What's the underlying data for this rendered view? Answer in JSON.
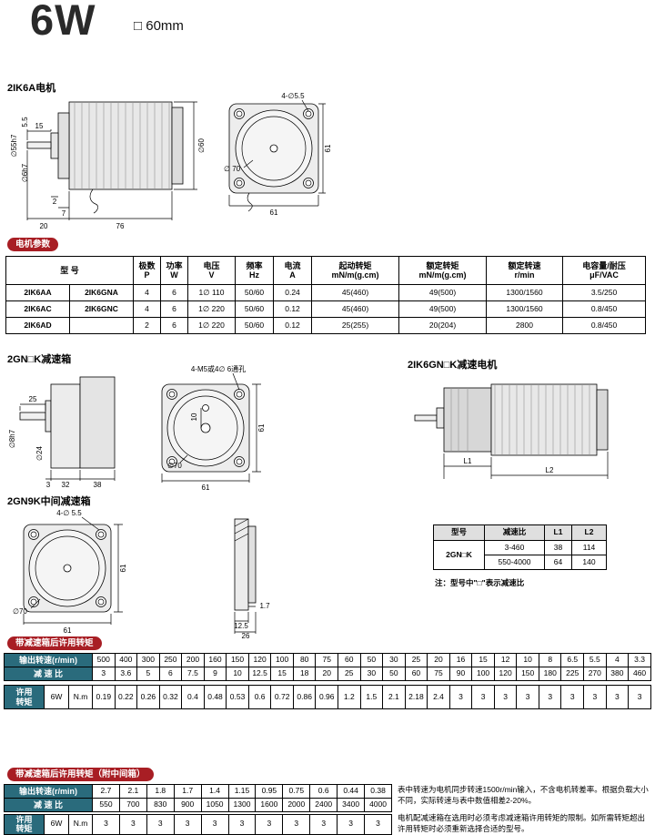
{
  "page": {
    "title": "6W",
    "frame_note": "□ 60mm"
  },
  "sections": {
    "motor": "2IK6A电机",
    "gearbox": "2GN□K减速箱",
    "gearmotor": "2IK6GN□K减速电机",
    "midbox": "2GN9K中间减速箱"
  },
  "pills": {
    "params": "电机参数",
    "torque": "带减速箱后许用转矩",
    "torque_mid": "带减速箱后许用转矩（附中间箱）"
  },
  "motor_table": {
    "headers": [
      "型  号",
      "极数\nP",
      "功率\nW",
      "电压\nV",
      "频率\nHz",
      "电流\nA",
      "起动转矩\nmN/m(g.cm)",
      "额定转矩\nmN/m(g.cm)",
      "额定转速\nr/min",
      "电容量/耐压\nμF/VAC"
    ],
    "rows": [
      [
        "2IK6AA",
        "2IK6GNA",
        "4",
        "6",
        "1∅ 110",
        "50/60",
        "0.24",
        "45(460)",
        "49(500)",
        "1300/1560",
        "3.5/250"
      ],
      [
        "2IK6AC",
        "2IK6GNC",
        "4",
        "6",
        "1∅ 220",
        "50/60",
        "0.12",
        "45(460)",
        "49(500)",
        "1300/1560",
        "0.8/450"
      ],
      [
        "2IK6AD",
        "",
        "2",
        "6",
        "1∅ 220",
        "50/60",
        "0.12",
        "25(255)",
        "20(204)",
        "2800",
        "0.8/450"
      ]
    ]
  },
  "ratio_table": {
    "headers": [
      "型号",
      "减速比",
      "L1",
      "L2"
    ],
    "model": "2GN□K",
    "rows": [
      [
        "3-460",
        "38",
        "114"
      ],
      [
        "550-4000",
        "64",
        "140"
      ]
    ],
    "note": "注：型号中\"□\"表示减速比"
  },
  "torque_labels": {
    "speed": "输出转速(r/min)",
    "ratio": "减 速 比",
    "torque": "许用\n转矩",
    "model": "6W",
    "unit": "N.m"
  },
  "torque_table": {
    "speed": [
      "500",
      "400",
      "300",
      "250",
      "200",
      "160",
      "150",
      "120",
      "100",
      "80",
      "75",
      "60",
      "50",
      "30",
      "25",
      "20",
      "16",
      "15",
      "12",
      "10",
      "8",
      "6.5",
      "5.5",
      "4",
      "3.3"
    ],
    "ratio": [
      "3",
      "3.6",
      "5",
      "6",
      "7.5",
      "9",
      "10",
      "12.5",
      "15",
      "18",
      "20",
      "25",
      "30",
      "50",
      "60",
      "75",
      "90",
      "100",
      "120",
      "150",
      "180",
      "225",
      "270",
      "380",
      "460"
    ],
    "torque": [
      "0.19",
      "0.22",
      "0.26",
      "0.32",
      "0.4",
      "0.48",
      "0.53",
      "0.6",
      "0.72",
      "0.86",
      "0.96",
      "1.2",
      "1.5",
      "2.1",
      "2.18",
      "2.4",
      "3",
      "3",
      "3",
      "3",
      "3",
      "3",
      "3",
      "3",
      "3"
    ]
  },
  "torque_table_mid": {
    "speed": [
      "2.7",
      "2.1",
      "1.8",
      "1.7",
      "1.4",
      "1.15",
      "0.95",
      "0.75",
      "0.6",
      "0.44",
      "0.38"
    ],
    "ratio": [
      "550",
      "700",
      "830",
      "900",
      "1050",
      "1300",
      "1600",
      "2000",
      "2400",
      "3400",
      "4000"
    ],
    "torque": [
      "3",
      "3",
      "3",
      "3",
      "3",
      "3",
      "3",
      "3",
      "3",
      "3",
      "3"
    ]
  },
  "notes": {
    "speed_note": "表中转速为电机同步转速1500r/min输入，不含电机转差率。根据负载大小不同，实际转速与表中数值相差2-20%。",
    "torque_note": "电机配减速箱在选用时必须考虑减速箱许用转矩的限制。如所需转矩超出许用转矩时必须重新选择合适的型号。"
  },
  "drawings": {
    "motor_side": {
      "dia_body": "∅55h7",
      "dia_shaft": "∅6h7",
      "d5_5": "5.5",
      "d15": "15",
      "d2": "2",
      "d7": "7",
      "d20": "20",
      "d76": "76",
      "dia60": "∅60"
    },
    "motor_front": {
      "holes": "4-∅5.5",
      "h61": "61",
      "w61": "61",
      "dia70": "∅ 70"
    },
    "gearbox_side": {
      "dia_shaft": "∅8h7",
      "d25": "25",
      "dia24": "∅24",
      "d3": "3",
      "d32": "32",
      "d38": "38"
    },
    "gearbox_front": {
      "holes": "4-M5或4∅ 6通孔",
      "d10": "10",
      "dia70": "∅70",
      "h61": "61",
      "w61": "61"
    },
    "gearmotor": {
      "l1": "L1",
      "l2": "L2"
    },
    "midbox_front": {
      "holes": "4-∅ 5.5",
      "h61": "61",
      "dia70": "∅70",
      "w61": "61"
    },
    "midbox_side": {
      "d1_7": "1.7",
      "d12_5": "12.5",
      "d26": "26"
    }
  },
  "colors": {
    "pill_red": "#a81e24",
    "header_teal": "#2a6b7c"
  }
}
